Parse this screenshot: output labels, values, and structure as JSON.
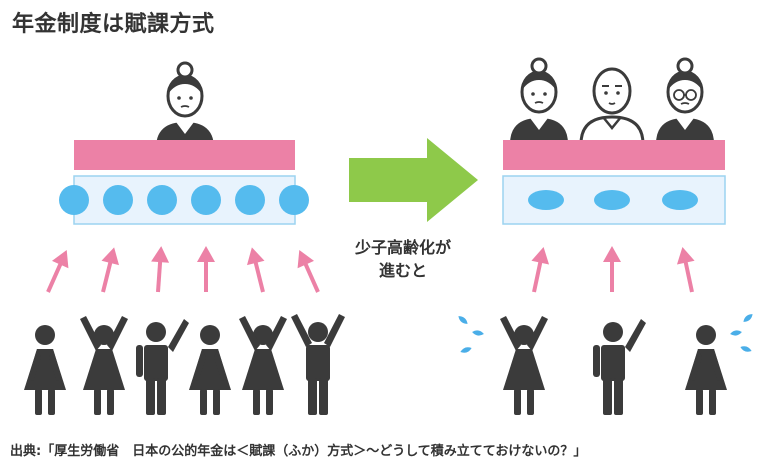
{
  "title": "年金制度は賦課方式",
  "middle_label": {
    "line1": "少子高齢化が",
    "line2": "進むと"
  },
  "source": "出典:「厚生労働省　日本の公的年金は＜賦課（ふか）方式＞～どうして積み立てておけないの？」",
  "colors": {
    "pink": "#ec81a6",
    "band": "#e8f3fd",
    "blue": "#55bbee",
    "green": "#8ec94a",
    "figure": "#3b3b3b",
    "drop": "#4aaee8"
  }
}
